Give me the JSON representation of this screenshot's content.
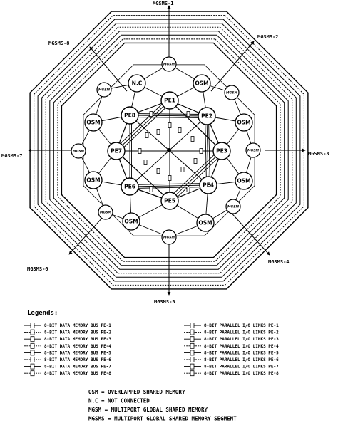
{
  "ports": [
    {
      "label": "MGSMS-1",
      "key": "top"
    },
    {
      "label": "MGSMS-2",
      "key": "top-right"
    },
    {
      "label": "MGSMS-3",
      "key": "right"
    },
    {
      "label": "MGSMS-4",
      "key": "bottom-right"
    },
    {
      "label": "MGSMS-5",
      "key": "bottom"
    },
    {
      "label": "MGSMS-6",
      "key": "bottom-left"
    },
    {
      "label": "MGSMS-7",
      "key": "left"
    },
    {
      "label": "MGSMS-8",
      "key": "top-left"
    }
  ],
  "processors": [
    "PE1",
    "PE2",
    "PE3",
    "PE4",
    "PE5",
    "PE6",
    "PE7",
    "PE8"
  ],
  "ring_nodes": [
    "N.C",
    "OSM",
    "OSM",
    "OSM",
    "OSM",
    "OSM",
    "OSM",
    "OSM"
  ],
  "mgsm_label": "MGSM",
  "legend": {
    "title": "Legends:",
    "bus_items": [
      "8-BIT DATA MEMORY BUS PE-1",
      "8-BIT DATA MEMORY BUS PE-2",
      "8-BIT DATA MEMORY BUS PE-3",
      "8-BIT DATA MEMORY BUS PE-4",
      "8-BIT DATA MEMORY BUS PE-5",
      "8-BIT DATA MEMORY BUS PE-6",
      "8-BIT DATA MEMORY BUS PE-7",
      "8-BIT DATA MEMORY BUS PE-8"
    ],
    "link_items": [
      "8-BIT PARALLEL I/O LINKS PE-1",
      "8-BIT PARALLEL I/O LINKS PE-2",
      "8-BIT PARALLEL I/O LINKS PE-3",
      "8-BIT PARALLEL I/O LINKS PE-4",
      "8-BIT PARALLEL I/O LINKS PE-5",
      "8-BIT PARALLEL I/O LINKS PE-6",
      "8-BIT PARALLEL I/O LINKS PE-7",
      "8-BIT PARALLEL I/O LINKS PE-8"
    ]
  },
  "definitions": [
    "OSM = OVERLAPPED SHARED MEMORY",
    "N.C = NOT CONNECTED",
    "MGSM = MULTIPORT GLOBAL SHARED MEMORY",
    "MGSMS = MULTIPORT GLOBAL SHARED MEMORY SEGMENT"
  ]
}
